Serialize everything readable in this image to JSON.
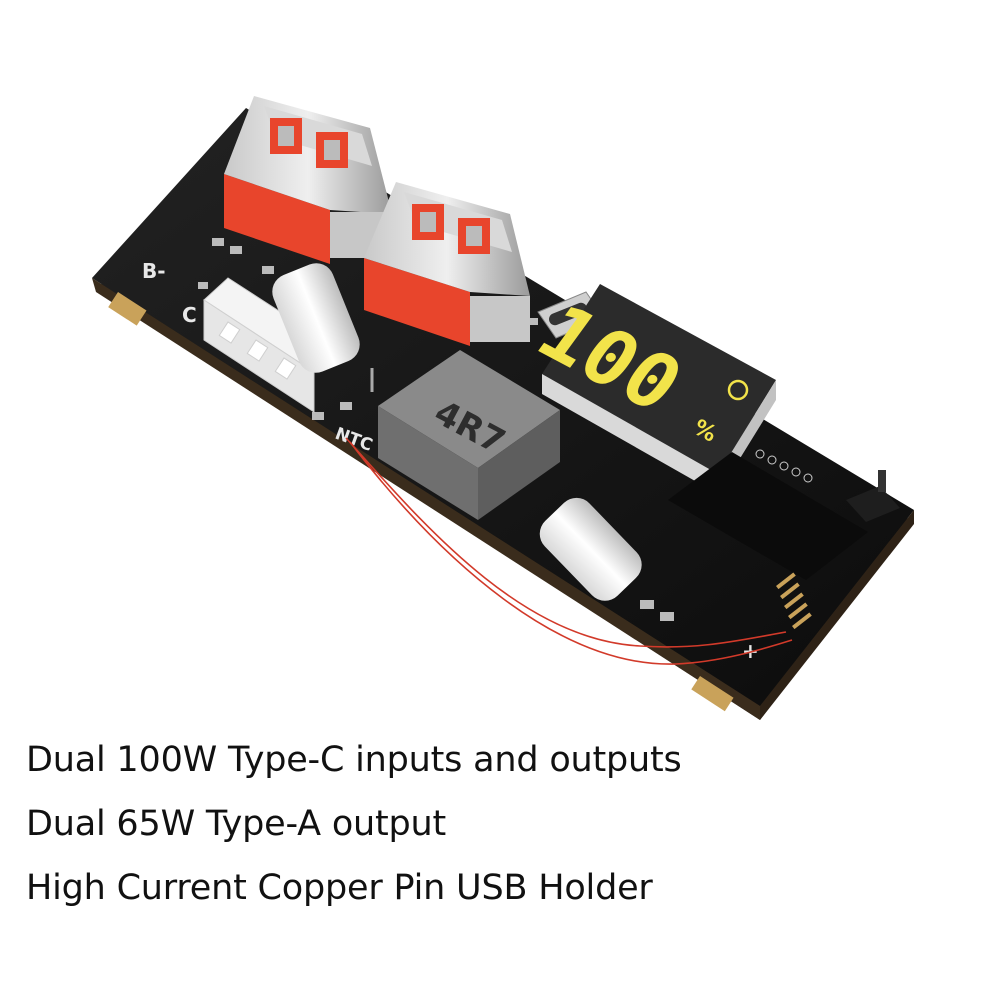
{
  "board": {
    "labels": {
      "b_minus": "B-",
      "c_label": "C",
      "ntc": "NTC",
      "inductor_marking": "4R7",
      "plus": "+"
    },
    "display": {
      "digits": "100",
      "unit": "%",
      "digit_color": "#f2e34a"
    },
    "colors": {
      "pcb": "#141414",
      "usb_housing": "#e8452c",
      "wire": "#d23a2a"
    }
  },
  "features": [
    "Dual 100W Type-C inputs and outputs",
    "Dual 65W Type-A output",
    "High Current Copper Pin USB Holder"
  ]
}
